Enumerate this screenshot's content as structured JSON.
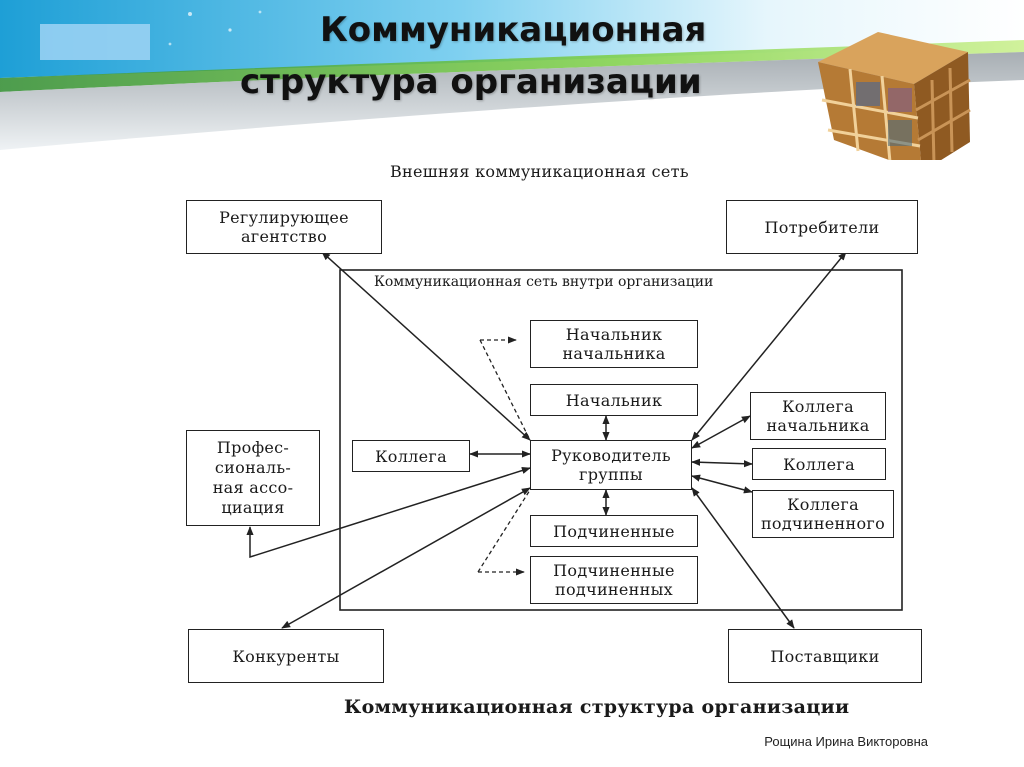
{
  "slide": {
    "title_line1": "Коммуникационная",
    "title_line2": "структура организации",
    "author": "Рощина Ирина Викторовна"
  },
  "diagram": {
    "external_label": "Внешняя коммуникационная сеть",
    "internal_label": "Коммуникационная сеть внутри организации",
    "caption": "Коммуникационная структура организации",
    "nodes": {
      "regulator": "Регулирующее агентство",
      "consumers": "Потребители",
      "prof_association": "Профес- сиональ- ная ассо- циация",
      "competitors": "Конкуренты",
      "suppliers": "Поставщики",
      "boss_of_boss": "Начальник начальника",
      "boss": "Начальник",
      "colleague_left": "Коллега",
      "group_leader": "Руководитель группы",
      "subordinates": "Подчиненные",
      "sub_subordinates": "Подчиненные подчиненных",
      "boss_colleague": "Коллега начальника",
      "colleague_right": "Коллега",
      "subordinate_colleague": "Коллега подчиненного"
    }
  }
}
